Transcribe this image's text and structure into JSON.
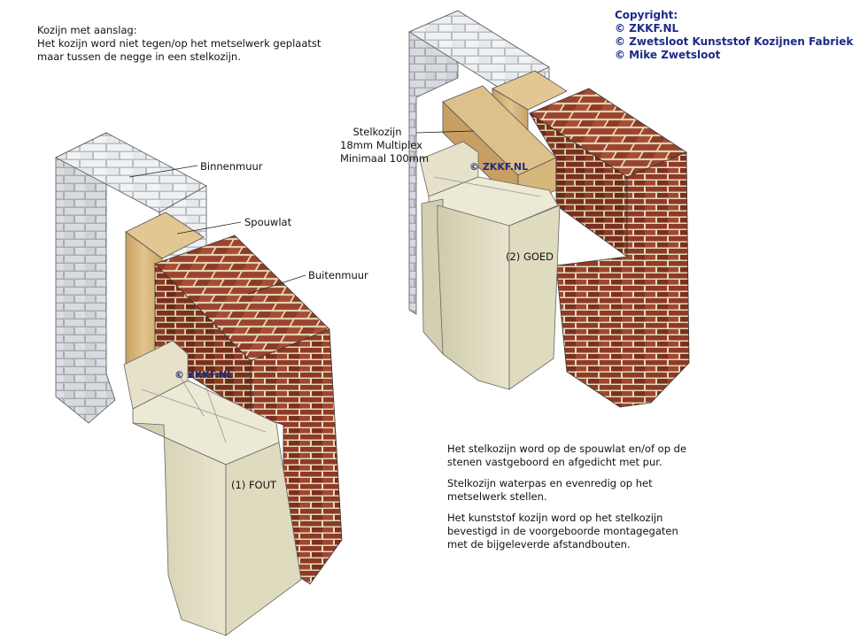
{
  "intro": {
    "line1": "Kozijn met aanslag:",
    "line2": "Het kozijn word niet tegen/op het metselwerk geplaatst",
    "line3": "maar tussen de negge in een stelkozijn."
  },
  "copyright": {
    "title": "Copyright:",
    "line1": "© ZKKF.NL",
    "line2": "© Zwetsloot Kunststof Kozijnen Fabriek",
    "line3": "© Mike Zwetsloot"
  },
  "left_figure": {
    "binnenmuur": "Binnenmuur",
    "spouwlat": "Spouwlat",
    "buitenmuur": "Buitenmuur",
    "watermark": "© ZKKF.NL",
    "caption": "(1) FOUT"
  },
  "right_figure": {
    "stelkozijn_l1": "Stelkozijn",
    "stelkozijn_l2": "18mm Multiplex",
    "stelkozijn_l3": "Minimaal 100mm",
    "watermark": "© ZKKF.NL",
    "caption": "(2) GOED"
  },
  "description": {
    "p1_l1": "Het stelkozijn word op de spouwlat en/of op de",
    "p1_l2": "stenen vastgeboord en afgedicht met pur.",
    "p2_l1": "Stelkozijn waterpas en evenredig op het",
    "p2_l2": "metselwerk stellen.",
    "p3_l1": "Het kunststof kozijn word op het stelkozijn",
    "p3_l2": "bevestigd in de voorgeboorde montagegaten",
    "p3_l3": "met de bijgeleverde afstandbouten."
  },
  "colors": {
    "brick": "#8e3a26",
    "white_brick": "#e9ecef",
    "wood": "#d9b878",
    "frame": "#dedbbf",
    "watermark": "#1c2a86"
  }
}
